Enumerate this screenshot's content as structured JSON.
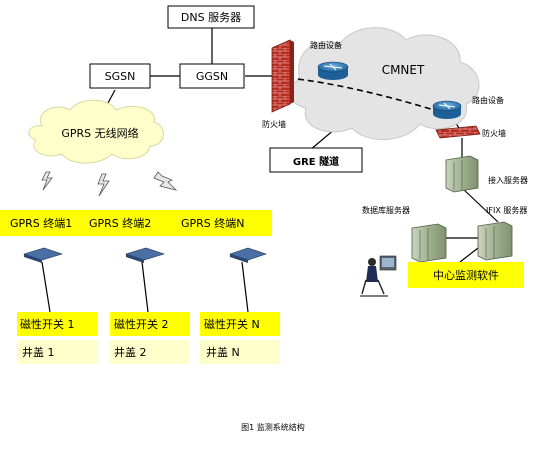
{
  "dns_server": "DNS 服务器",
  "sgsn": "SGSN",
  "ggsn": "GGSN",
  "gprs_network": "GPRS 无线网络",
  "cmnet": "CMNET",
  "router_label_1": "路由设备",
  "router_label_2": "路由设备",
  "firewall_label_1": "防火墙",
  "firewall_label_2": "防火墙",
  "gre_tunnel": "GRE 隧道",
  "access_server": "接入服务器",
  "database_server": "数据库服务器",
  "ifix_server": "IFIX 服务器",
  "center_software": "中心监测软件",
  "terminals": [
    "GPRS 终端1",
    "GPRS 终端2",
    "GPRS 终端N"
  ],
  "switches": [
    "磁性开关 1",
    "磁性开关 2",
    "磁性开关 N"
  ],
  "well_covers": [
    "井盖 1",
    "井盖 2",
    "井盖 N"
  ],
  "caption": "图1 监测系统结构",
  "colors": {
    "highlight": "#ffff00",
    "highlight_pale": "#ffffcc",
    "cloud": "#e4e4e4",
    "gprs_cloud": "#ffffcc",
    "router": "#2a7ab8",
    "firewall": "#c0392b",
    "server": "#a7b79a"
  },
  "icons": {
    "router": "router-icon",
    "firewall": "firewall-icon",
    "server": "server-icon",
    "terminal": "gprs-terminal-icon",
    "wireless": "lightning-icon",
    "operator": "operator-icon"
  }
}
